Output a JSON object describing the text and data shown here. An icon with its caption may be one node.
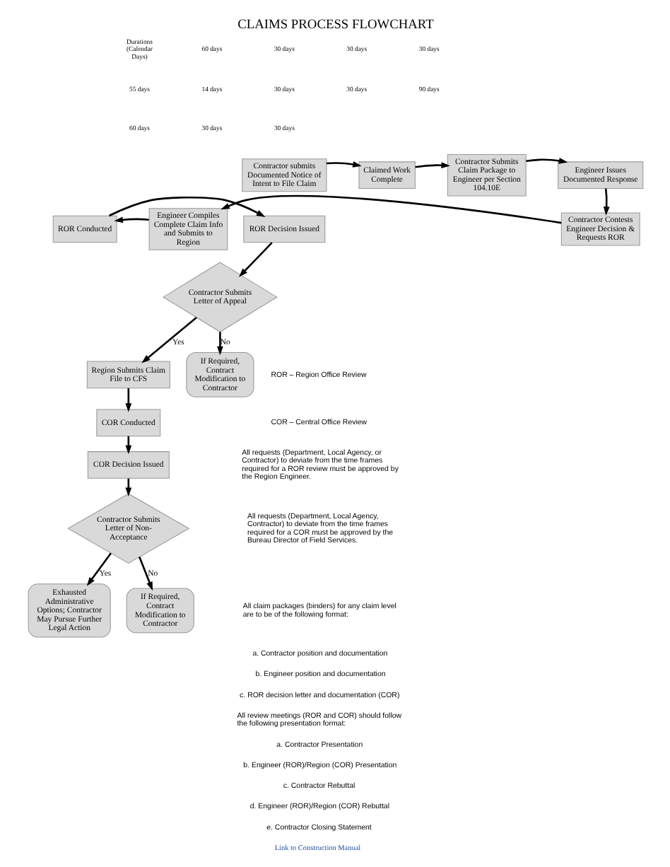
{
  "diagram": {
    "title": "CLAIMS PROCESS FLOWCHART",
    "nodes": [
      {
        "text": [
          "Contractor submits Documented Notice of Intent to File Claim"
        ]
      },
      {
        "text": [
          "Claimed Work Complete"
        ]
      },
      {
        "text": [
          "Contractor Submits Claim Package to Engineer per Section 104.10E"
        ]
      },
      {
        "text": [
          "Engineer Issues Documented Response"
        ]
      },
      {
        "text": [
          "ROR Decision Issued"
        ]
      },
      {
        "text": [
          "ROR Conducted"
        ]
      },
      {
        "text": [
          "Engineer Compiles Complete Claim Info and Submits to Region"
        ]
      },
      {
        "text": [
          "Contractor Contests Engineer Decision & Requests ROR"
        ]
      },
      {
        "text": [
          "Contractor Submits Letter of Appeal"
        ]
      },
      {
        "text": [
          "If Required, Contract Modification to Contractor"
        ]
      },
      {
        "text": [
          "Region Submits Claim File to CFS"
        ]
      },
      {
        "text": [
          "COR Conducted"
        ]
      },
      {
        "text": [
          "COR Decision Issued"
        ]
      },
      {
        "text": [
          "Contractor Submits Letter of Non-Acceptance"
        ]
      },
      {
        "text": [
          "If Required, Contract Modification to Contractor"
        ]
      },
      {
        "text": [
          "Exhausted Administrative Options; Contractor May Pursue Further Legal Action"
        ]
      }
    ],
    "edges": [
      {
        "from": 0,
        "to": 1,
        "arrow": "to"
      },
      {
        "from": 1,
        "to": 2,
        "arrow": "to"
      },
      {
        "from": 2,
        "to": 3,
        "arrow": "to"
      },
      {
        "from": 3,
        "to": 7,
        "arrow": "to"
      },
      {
        "from": 7,
        "to": 6,
        "arrow": "to"
      },
      {
        "from": 6,
        "to": 5,
        "arrow": "to"
      },
      {
        "from": 5,
        "to": 4,
        "arrow": "to"
      },
      {
        "from": 4,
        "to": 8,
        "arrow": "to"
      },
      {
        "from": 8,
        "to": 9,
        "arrow": "to",
        "label": "No"
      },
      {
        "from": 8,
        "to": 10,
        "arrow": "to",
        "label": "Yes"
      },
      {
        "from": 10,
        "to": 11,
        "arrow": "to"
      },
      {
        "from": 11,
        "to": 12,
        "arrow": "to"
      },
      {
        "from": 12,
        "to": 13,
        "arrow": "to"
      },
      {
        "from": 13,
        "to": 14,
        "arrow": "to",
        "label": "No"
      },
      {
        "from": 13,
        "to": 15,
        "arrow": "to",
        "label": "Yes"
      }
    ],
    "labels": [
      "Durations (Calendar Days)",
      "60 days",
      "30 days",
      "30 days",
      "30 days",
      "55 days",
      "14 days",
      "30 days",
      "30 days",
      "90 days",
      "60 days",
      "30 days",
      "30 days",
      "ROR – Region Office Review",
      "COR – Central Office Review",
      "All requests (Department, Local Agency, or Contractor) to deviate from the time frames required for a ROR review must be approved by the Region Engineer.",
      "All requests (Department, Local Agency, Contractor) to deviate from the time frames required for a COR must be approved by the Bureau Director of Field Services.",
      "All claim packages (binders) for any claim level are to be of the following format:",
      "a. Contractor position and documentation",
      "b. Engineer position and documentation",
      "c. ROR decision letter and documentation (COR)",
      "All review meetings (ROR and COR) should follow the following presentation format:",
      "a. Contractor Presentation",
      "b. Engineer (ROR)/Region (COR) Presentation",
      "c. Contractor Rebuttal",
      "d. Engineer (ROR)/Region (COR) Rebuttal",
      "e. Contractor Closing Statement",
      "Link to Construction Manual"
    ]
  }
}
